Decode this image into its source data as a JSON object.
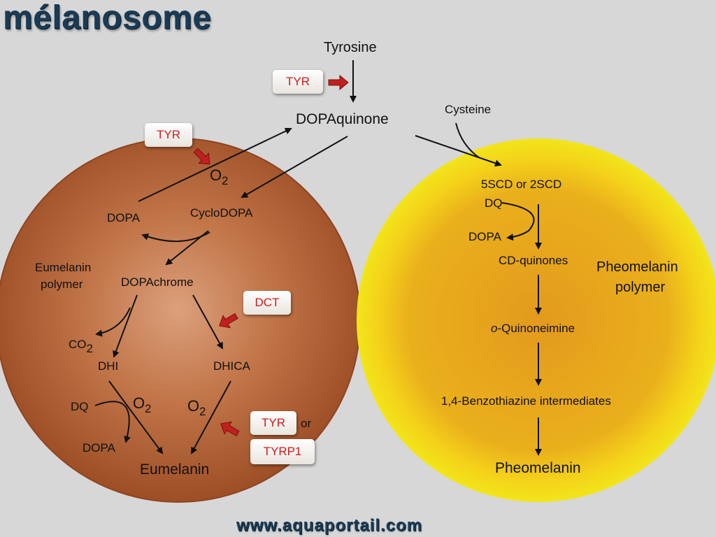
{
  "title": "mélanosome",
  "footer": "www.aquaportail.com",
  "colors": {
    "eumelanin_sphere": "#a5532c",
    "pheomelanin_sphere": "#ebb41c",
    "pheomelanin_rim": "#f2e31a",
    "enzyme_text": "#d11b1b",
    "enzyme_arrow": "#c0201f",
    "title": "#1a3b55"
  },
  "labels": {
    "tyrosine": "Tyrosine",
    "dopaquinone": "DOPAquinone",
    "cysteine": "Cysteine",
    "dopa": "DOPA",
    "cyclodopa": "CycloDOPA",
    "eumelanin_polymer_1": "Eumelanin",
    "eumelanin_polymer_2": "polymer",
    "dopachrome": "DOPAchrome",
    "co2_main": "CO",
    "co2_sub": "2",
    "dhi": "DHI",
    "dhica": "DHICA",
    "dq_left": "DQ",
    "o2_left_main": "O",
    "o2_left_sub": "2",
    "o2_right_main": "O",
    "o2_right_sub": "2",
    "o2_top_main": "O",
    "o2_top_sub": "2",
    "dopa_bottom": "DOPA",
    "eumelanin": "Eumelanin",
    "or": "or",
    "scd": "5SCD or 2SCD",
    "dq_right": "DQ",
    "dopa_right": "DOPA",
    "cd_quinones": "CD-quinones",
    "pheomelanin_polymer_1": "Pheomelanin",
    "pheomelanin_polymer_2": "polymer",
    "quinoneimine_prefix": "o",
    "quinoneimine_rest": "-Quinoneimine",
    "benzothiazine": "1,4-Benzothiazine intermediates",
    "pheomelanin": "Pheomelanin"
  },
  "enzymes": {
    "tyr_top": "TYR",
    "tyr_left": "TYR",
    "dct": "DCT",
    "tyr_bottom": "TYR",
    "tyrp1": "TYRP1"
  }
}
